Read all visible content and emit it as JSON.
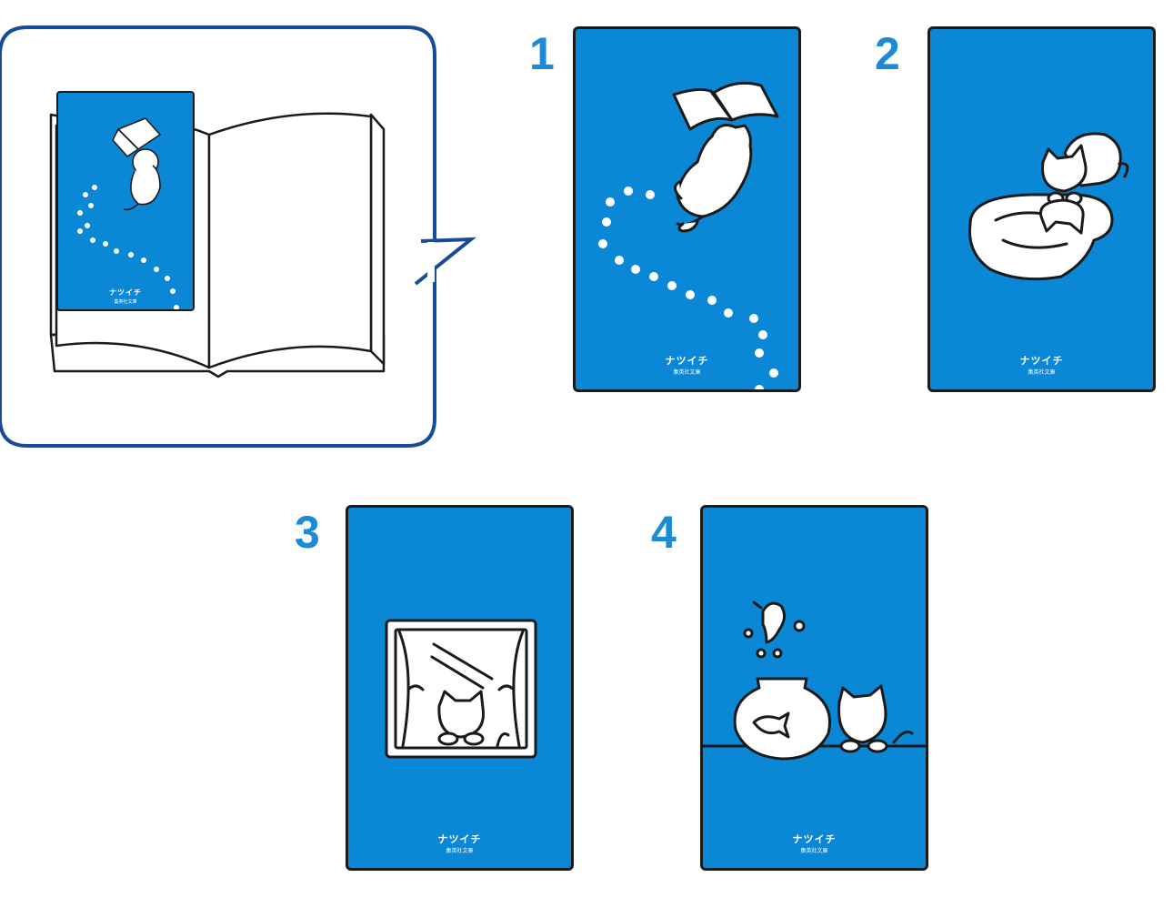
{
  "colors": {
    "card_blue": "#0a88d6",
    "number_blue": "#1d8ad6",
    "frame_navy": "#174d96",
    "outline": "#1a1a1a"
  },
  "preview": {
    "title": "ナツイチ",
    "publisher": "集英社文庫"
  },
  "cards": [
    {
      "number": "1",
      "title": "ナツイチ",
      "publisher": "集英社文庫",
      "icon": "cat-reading-book-icon"
    },
    {
      "number": "2",
      "title": "ナツイチ",
      "publisher": "集英社文庫",
      "icon": "cat-pond-reflection-icon"
    },
    {
      "number": "3",
      "title": "ナツイチ",
      "publisher": "集英社文庫",
      "icon": "cat-window-icon"
    },
    {
      "number": "4",
      "title": "ナツイチ",
      "publisher": "集英社文庫",
      "icon": "cat-goldfish-bowl-icon"
    }
  ]
}
